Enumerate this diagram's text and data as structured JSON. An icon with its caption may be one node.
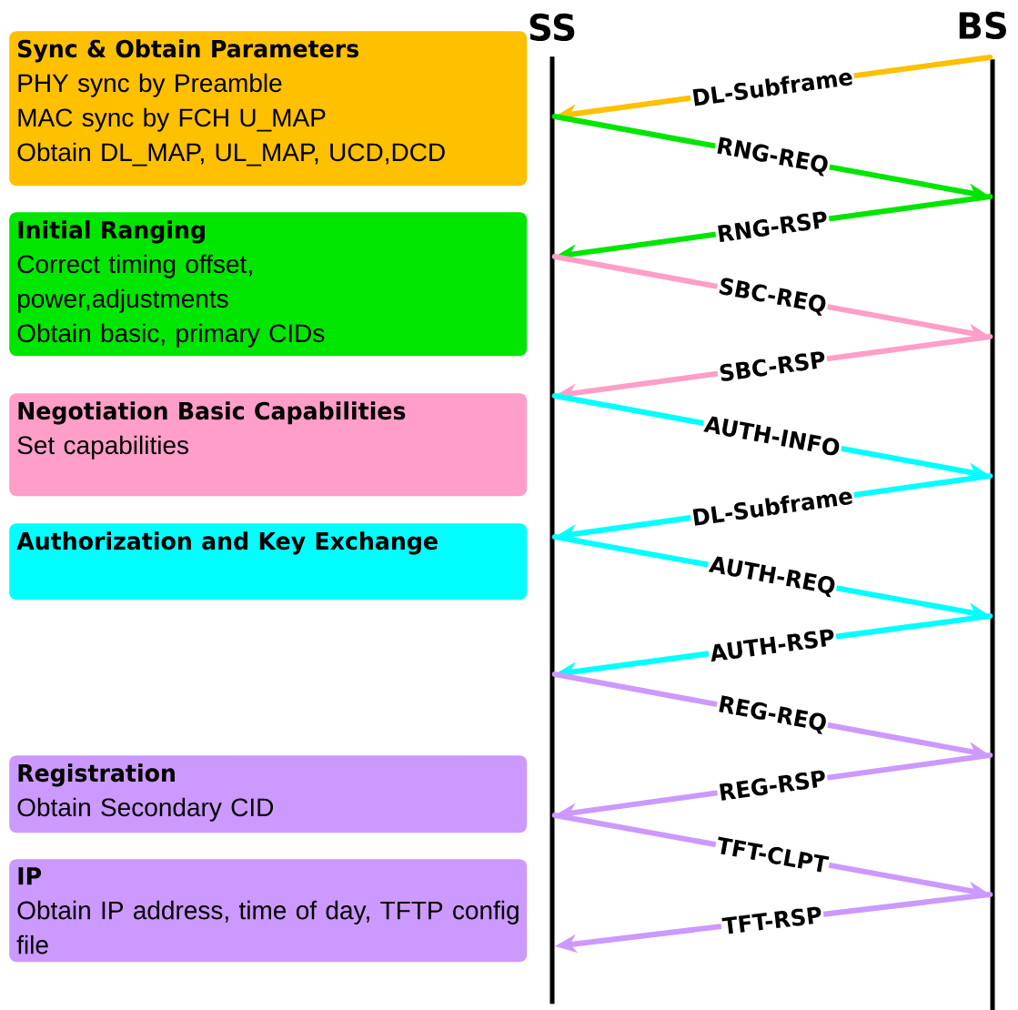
{
  "diagram": {
    "nodes": [
      {
        "text": [
          "Sync & Obtain Parameters",
          "PHY sync by Preamble",
          "MAC sync by FCH U_MAP",
          "Obtain DL_MAP, UL_MAP, UCD,DCD"
        ]
      },
      {
        "text": [
          "Initial Ranging",
          "Correct timing offset, power,adjustments",
          "Obtain basic, primary CIDs"
        ]
      },
      {
        "text": [
          "Negotiation Basic Capabilities",
          "Set capabilities"
        ]
      },
      {
        "text": [
          "Authorization and Key Exchange"
        ]
      },
      {
        "text": [
          "Registration",
          "Obtain Secondary CID"
        ]
      },
      {
        "text": [
          "IP",
          "Obtain IP address, time of day, TFTP config file"
        ]
      },
      {
        "text": [
          "SS"
        ]
      },
      {
        "text": [
          "BS"
        ]
      }
    ],
    "edges": [
      {
        "from": 7,
        "to": 6,
        "arrow": "to",
        "label": "DL-Subframe",
        "color": "#ffc000"
      },
      {
        "from": 6,
        "to": 7,
        "arrow": "to",
        "label": "RNG-REQ",
        "color": "#00e600"
      },
      {
        "from": 7,
        "to": 6,
        "arrow": "to",
        "label": "RNG-RSP",
        "color": "#00e600"
      },
      {
        "from": 6,
        "to": 7,
        "arrow": "to",
        "label": "SBC-REQ",
        "color": "#ff9ec8"
      },
      {
        "from": 7,
        "to": 6,
        "arrow": "to",
        "label": "SBC-RSP",
        "color": "#ff9ec8"
      },
      {
        "from": 6,
        "to": 7,
        "arrow": "to",
        "label": "AUTH-INFO",
        "color": "#00ffff"
      },
      {
        "from": 7,
        "to": 6,
        "arrow": "to",
        "label": "DL-Subframe",
        "color": "#00ffff"
      },
      {
        "from": 6,
        "to": 7,
        "arrow": "to",
        "label": "AUTH-REQ",
        "color": "#00ffff"
      },
      {
        "from": 7,
        "to": 6,
        "arrow": "to",
        "label": "AUTH-RSP",
        "color": "#00ffff"
      },
      {
        "from": 6,
        "to": 7,
        "arrow": "to",
        "label": "REG-REQ",
        "color": "#cc99ff"
      },
      {
        "from": 7,
        "to": 6,
        "arrow": "to",
        "label": "REG-RSP",
        "color": "#cc99ff"
      },
      {
        "from": 6,
        "to": 7,
        "arrow": "to",
        "label": "TFT-CLPT",
        "color": "#cc99ff"
      },
      {
        "from": 7,
        "to": 6,
        "arrow": "to",
        "label": "TFT-RSP",
        "color": "#cc99ff"
      }
    ]
  }
}
